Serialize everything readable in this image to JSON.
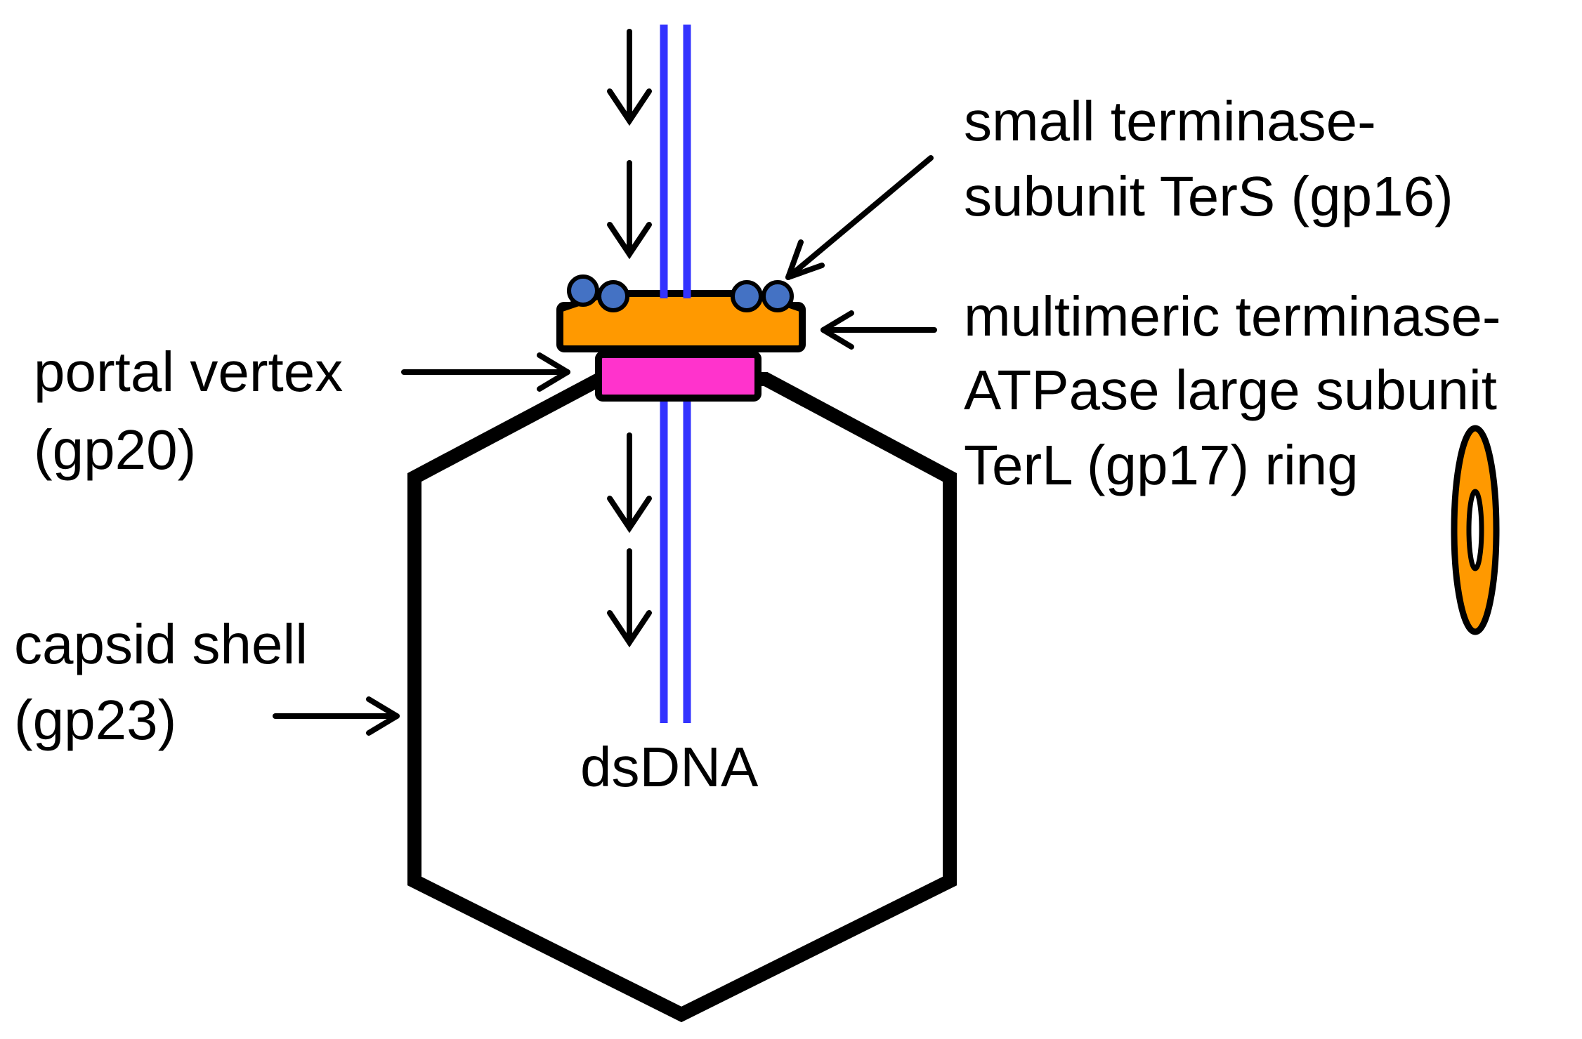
{
  "labels": {
    "small_terminase_line1": "small terminase-",
    "small_terminase_line2": "subunit TerS (gp16)",
    "multimeric_line1": "multimeric terminase-",
    "multimeric_line2": "ATPase large subunit",
    "multimeric_line3": "TerL (gp17) ring",
    "portal_line1": "portal vertex",
    "portal_line2": "(gp20)",
    "capsid_line1": "capsid shell",
    "capsid_line2": "(gp23)",
    "dsdna": "dsDNA"
  },
  "colors": {
    "dna": "#3333ff",
    "terminase_ring": "#ff9900",
    "portal": "#ff33cc",
    "small_terminase": "#4472c4",
    "outline": "#000000"
  }
}
